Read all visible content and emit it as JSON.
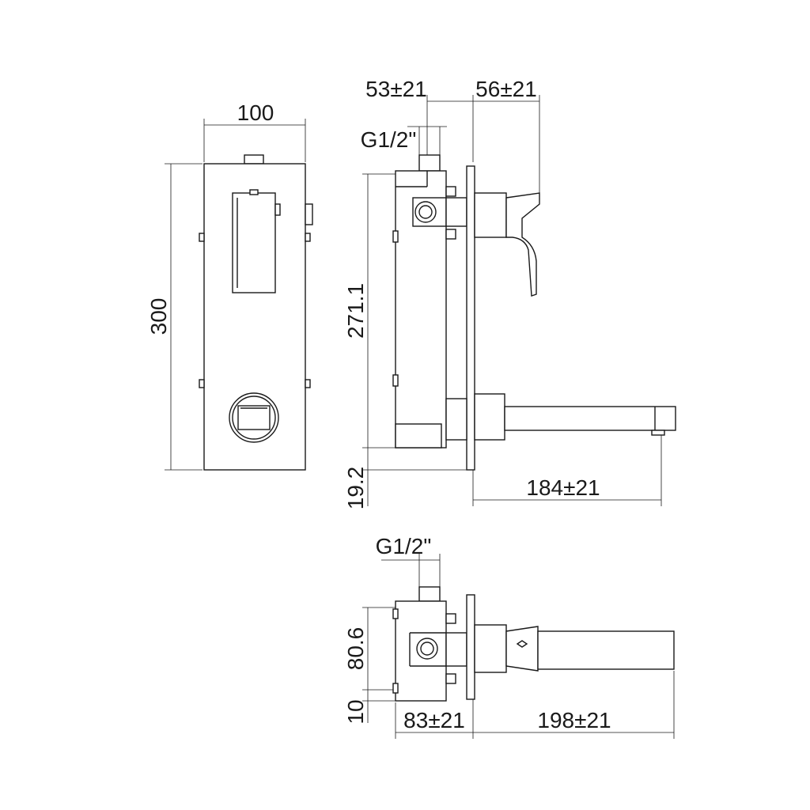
{
  "front_view": {
    "width_label": "100",
    "height_label": "300"
  },
  "side_view": {
    "thread_label": "G1/2\"",
    "offset_a_label": "53±21",
    "offset_b_label": "56±21",
    "body_height_label": "271.1",
    "bottom_label": "19.2",
    "spout_label": "184±21"
  },
  "top_view": {
    "thread_label": "G1/2\"",
    "depth_label": "80.6",
    "bottom_label": "10",
    "body_label": "83±21",
    "spout_label": "198±21"
  },
  "colors": {
    "line": "#1a1a1a",
    "background": "#ffffff"
  }
}
